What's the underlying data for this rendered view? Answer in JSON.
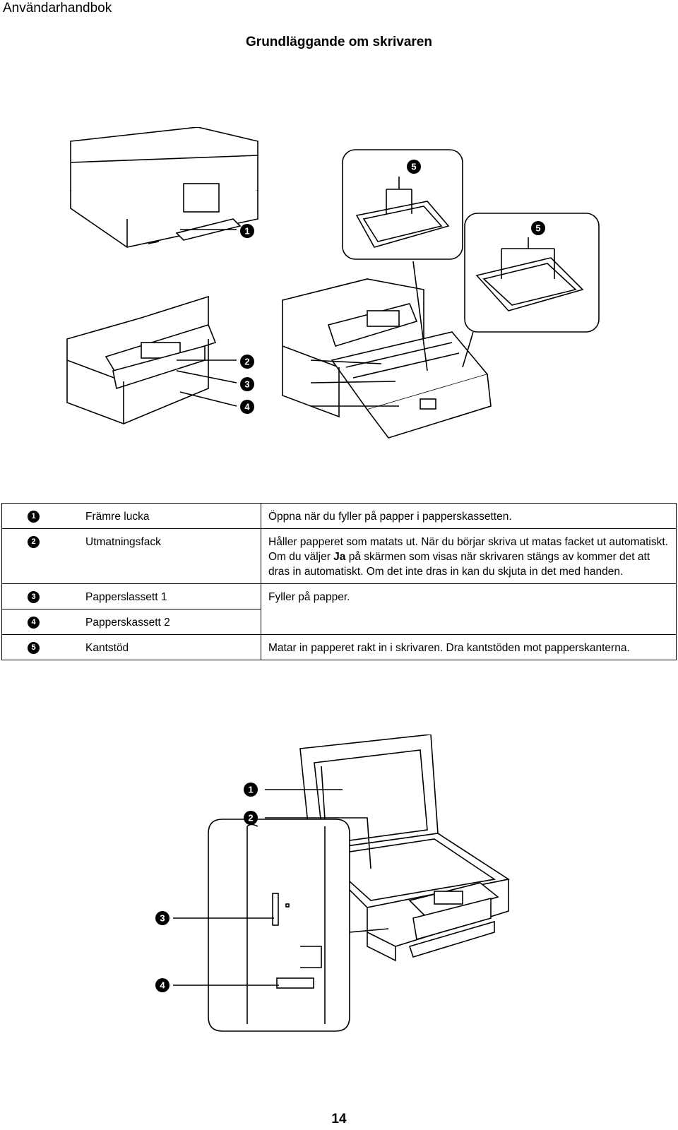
{
  "header": {
    "title": "Användarhandbok"
  },
  "section": {
    "title": "Grundläggande om skrivaren"
  },
  "figure1": {
    "callouts": [
      "1",
      "2",
      "3",
      "4",
      "5",
      "5"
    ]
  },
  "parts_table": {
    "rows": [
      {
        "number": "1",
        "name": "Främre lucka",
        "description": "Öppna när du fyller på papper i papperskassetten."
      },
      {
        "number": "2",
        "name": "Utmatningsfack",
        "description_parts": [
          "Håller papperet som matats ut. När du börjar skriva ut matas facket ut automatiskt. Om du väljer ",
          "Ja",
          " på skärmen som visas när skrivaren stängs av kommer det att dras in automatiskt. Om det inte dras in kan du skjuta in det med handen."
        ]
      },
      {
        "number": "3",
        "name": "Papperslassett 1",
        "description": "Fyller på papper."
      },
      {
        "number": "4",
        "name": "Papperskassett 2",
        "description": ""
      },
      {
        "number": "5",
        "name": "Kantstöd",
        "description": "Matar in papperet rakt in i skrivaren. Dra kantstöden mot papperskanterna."
      }
    ]
  },
  "figure2": {
    "callouts": [
      "1",
      "2",
      "3",
      "4"
    ]
  },
  "footer": {
    "page_number": "14"
  }
}
